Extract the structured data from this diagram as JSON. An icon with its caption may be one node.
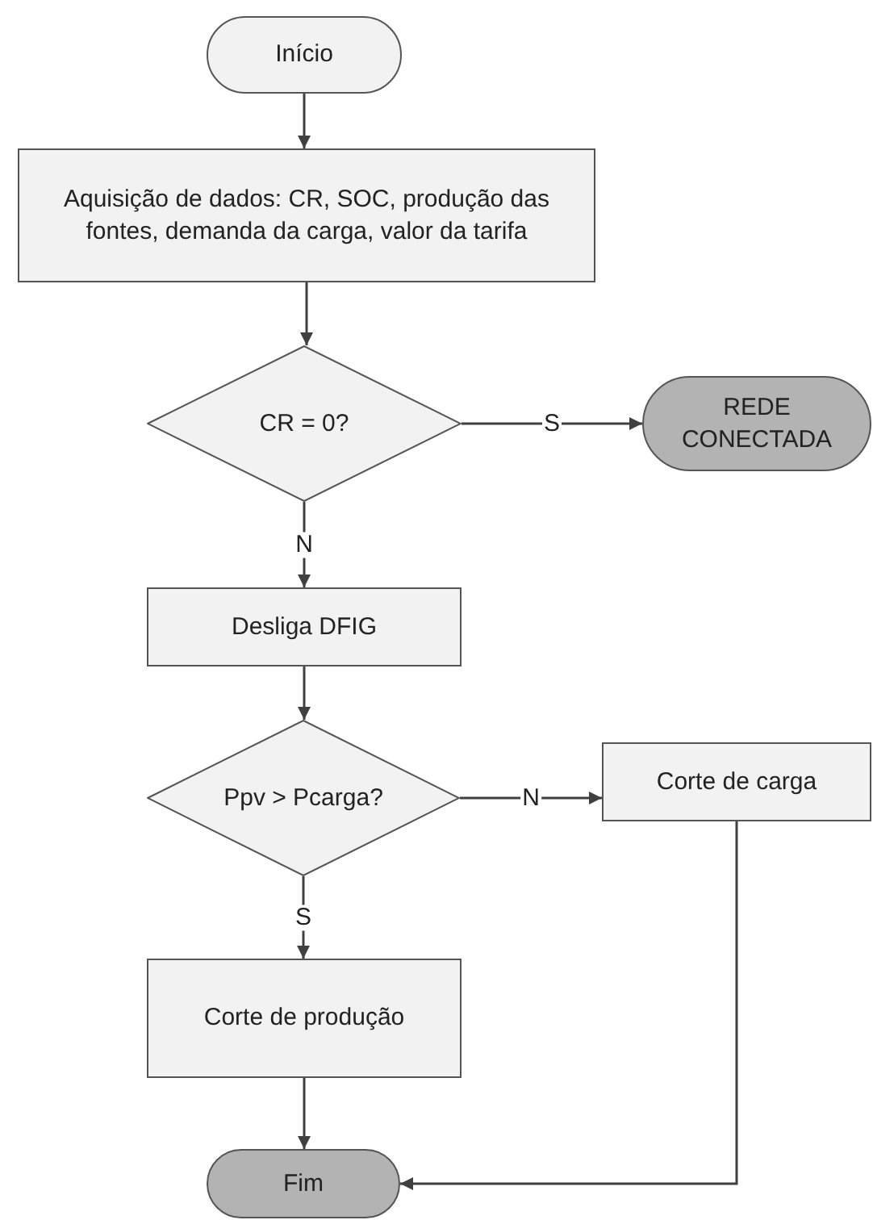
{
  "diagram": {
    "nodes": [
      {
        "text": [
          "Início"
        ]
      },
      {
        "text": [
          "Aquisição de dados: CR, SOC, produção das fontes, demanda da carga, valor da tarifa"
        ]
      },
      {
        "text": [
          "CR = 0?"
        ]
      },
      {
        "text": [
          "REDE CONECTADA"
        ]
      },
      {
        "text": [
          "Desliga DFIG"
        ]
      },
      {
        "text": [
          "Ppv > Pcarga?"
        ]
      },
      {
        "text": [
          "Corte de carga"
        ]
      },
      {
        "text": [
          "Corte de produção"
        ]
      },
      {
        "text": [
          "Fim"
        ]
      }
    ],
    "edges": [
      {
        "from": 0,
        "to": 1,
        "arrow": "to"
      },
      {
        "from": 1,
        "to": 2,
        "arrow": "to"
      },
      {
        "from": 2,
        "to": 3,
        "arrow": "to",
        "label": "S"
      },
      {
        "from": 2,
        "to": 4,
        "arrow": "to",
        "label": "N"
      },
      {
        "from": 4,
        "to": 5,
        "arrow": "to"
      },
      {
        "from": 5,
        "to": 6,
        "arrow": "to",
        "label": "N"
      },
      {
        "from": 5,
        "to": 7,
        "arrow": "to",
        "label": "S"
      },
      {
        "from": 7,
        "to": 8,
        "arrow": "to"
      },
      {
        "from": 6,
        "to": 8,
        "arrow": "to"
      }
    ]
  }
}
